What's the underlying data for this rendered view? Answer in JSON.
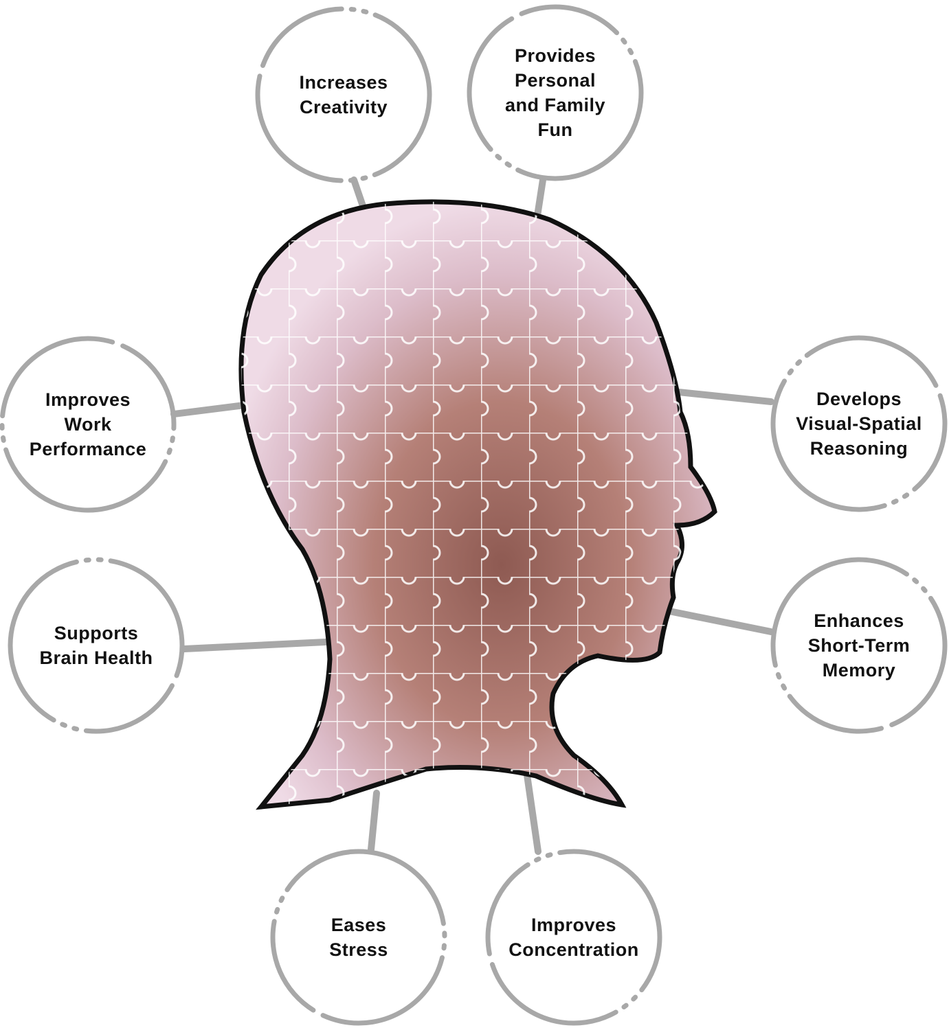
{
  "colors": {
    "ring": "#a8a8a8",
    "outline": "#111111",
    "head_fill_light": "#ecd3e0",
    "head_fill_dark": "#9a5f55"
  },
  "benefits": [
    {
      "label": "Increases\nCreativity"
    },
    {
      "label": "Provides\nPersonal\nand Family\nFun"
    },
    {
      "label": "Improves\nWork\nPerformance"
    },
    {
      "label": "Develops\nVisual-Spatial\nReasoning"
    },
    {
      "label": "Supports\nBrain Health"
    },
    {
      "label": "Enhances\nShort-Term\nMemory"
    },
    {
      "label": "Eases\nStress"
    },
    {
      "label": "Improves\nConcentration"
    }
  ]
}
